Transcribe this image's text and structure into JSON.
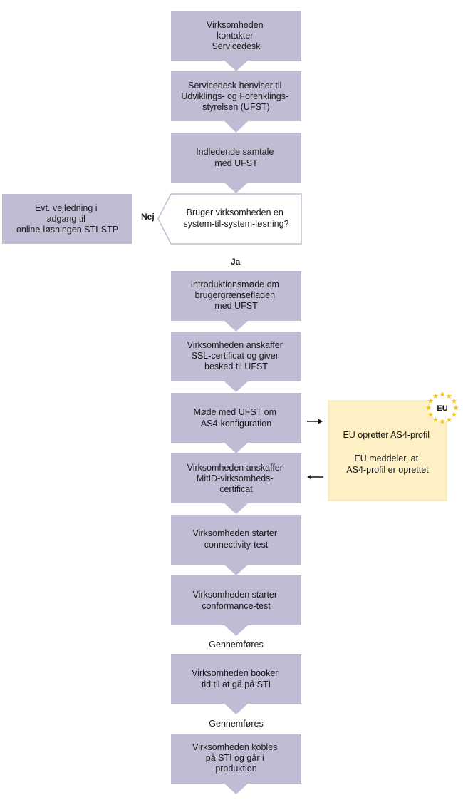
{
  "colors": {
    "step_fill": "#bfbdd4",
    "step_arrow": "#bfbdd4",
    "decision_border": "#bfbdd4",
    "eu_panel_fill": "#fdf0c4",
    "eu_star": "#f2c21b"
  },
  "steps": [
    {
      "id": "s1",
      "lines": [
        "Virksomheden",
        "kontakter",
        "Servicedesk"
      ]
    },
    {
      "id": "s2",
      "lines": [
        "Servicedesk henviser til",
        "Udviklings- og Forenklings-",
        "styrelsen (UFST)"
      ]
    },
    {
      "id": "s3",
      "lines": [
        "Indledende samtale",
        "med UFST"
      ]
    },
    {
      "id": "s5",
      "lines": [
        "Introduktionsmøde om",
        "brugergrænsefladen",
        "med UFST"
      ]
    },
    {
      "id": "s6",
      "lines": [
        "Virksomheden anskaffer",
        "SSL-certificat og giver",
        "besked til UFST"
      ]
    },
    {
      "id": "s7",
      "lines": [
        "Møde med UFST om",
        "AS4-konfiguration"
      ]
    },
    {
      "id": "s8",
      "lines": [
        "Virksomheden anskaffer",
        "MitID-virksomheds-",
        "certificat"
      ]
    },
    {
      "id": "s9",
      "lines": [
        "Virksomheden starter",
        "connectivity-test"
      ]
    },
    {
      "id": "s10",
      "lines": [
        "Virksomheden starter",
        "conformance-test"
      ]
    },
    {
      "id": "s11",
      "lines": [
        "Virksomheden booker",
        "tid til at gå på STI"
      ]
    },
    {
      "id": "s12",
      "lines": [
        "Virksomheden kobles",
        "på STI og går i",
        "produktion"
      ]
    }
  ],
  "decision": {
    "lines": [
      "Bruger virksomheden en",
      "system-til-system-løsning?"
    ]
  },
  "side_box": {
    "lines": [
      "Evt. vejledning i",
      "adgang til",
      "online-løsningen STI-STP"
    ]
  },
  "eu_panel": {
    "lines": [
      "EU opretter AS4-profil",
      "",
      "EU meddeler, at",
      "AS4-profil er oprettet"
    ],
    "badge": "EU"
  },
  "labels": {
    "no": "Nej",
    "yes": "Ja",
    "done_1": "Gennemføres",
    "done_2": "Gennemføres"
  }
}
